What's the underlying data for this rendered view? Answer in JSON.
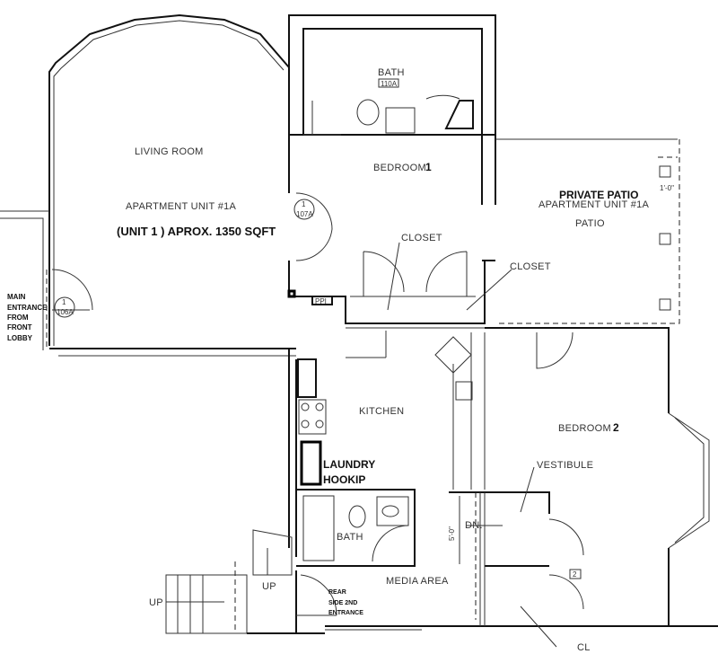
{
  "rooms": {
    "living_room": "LIVING ROOM",
    "apartment_unit": "APARTMENT UNIT #1A",
    "unit_area": "(UNIT 1 ) APROX. 1350 SQFT",
    "bath_top": "BATH",
    "bath_top_tag": "110A",
    "bedroom1": "BEDROOM",
    "bedroom1_num": "1",
    "private_patio": "PRIVATE PATIO",
    "patio_unit": "APARTMENT UNIT #1A",
    "patio": "PATIO",
    "patio_dim": "1'-0\"",
    "closet1": "CLOSET",
    "closet2": "CLOSET",
    "ppi": "PPI",
    "door_107": {
      "num": "1",
      "tag": "107A"
    },
    "door_106": {
      "num": "1",
      "tag": "106A"
    },
    "main_entrance": [
      "MAIN",
      "ENTRANCE",
      "FROM",
      "FRONT",
      "LOBBY"
    ],
    "kitchen": "KITCHEN",
    "laundry": [
      "LAUNDRY",
      "HOOKIP"
    ],
    "bath_bottom": "BATH",
    "media_area": "MEDIA AREA",
    "rear_entrance": [
      "REAR",
      "SIDE 2ND",
      "ENTRANCE"
    ],
    "up1": "UP",
    "up2": "UP",
    "bedroom2": "BEDROOM",
    "bedroom2_num": "2",
    "vestibule": "VESTIBULE",
    "dn": "DN.",
    "dim_5": "5'-0\"",
    "tag_2": "2",
    "cl": "CL"
  }
}
